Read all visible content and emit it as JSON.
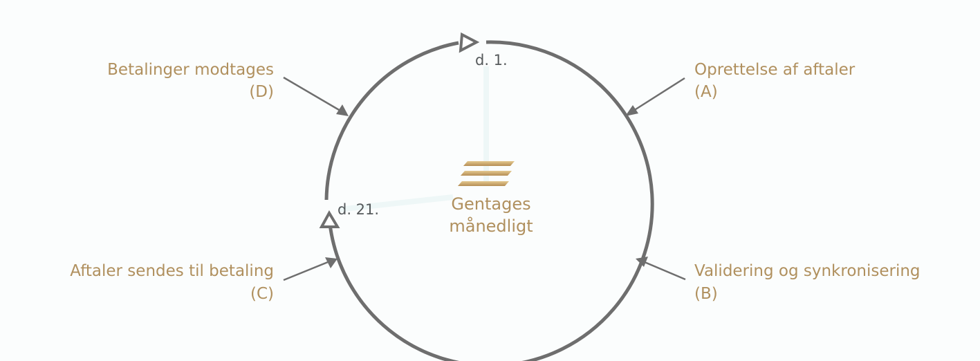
{
  "cycle": {
    "start_day": "d. 1.",
    "mid_day": "d. 21."
  },
  "center": {
    "line1": "Gentages",
    "line2": "månedligt",
    "logo": "bs-logo-icon"
  },
  "steps": {
    "a": {
      "line1": "Oprettelse af aftaler",
      "line2": "(A)"
    },
    "b": {
      "line1": "Validering og synkronisering",
      "line2": "(B)"
    },
    "c": {
      "line1": "Aftaler sendes til betaling",
      "line2": "(C)"
    },
    "d": {
      "line1": "Betalinger modtages",
      "line2": "(D)"
    }
  },
  "colors": {
    "accent": "#b0905e",
    "ring": "#6e6e6e",
    "day_text": "#55595b",
    "background": "#fbfdfd"
  }
}
